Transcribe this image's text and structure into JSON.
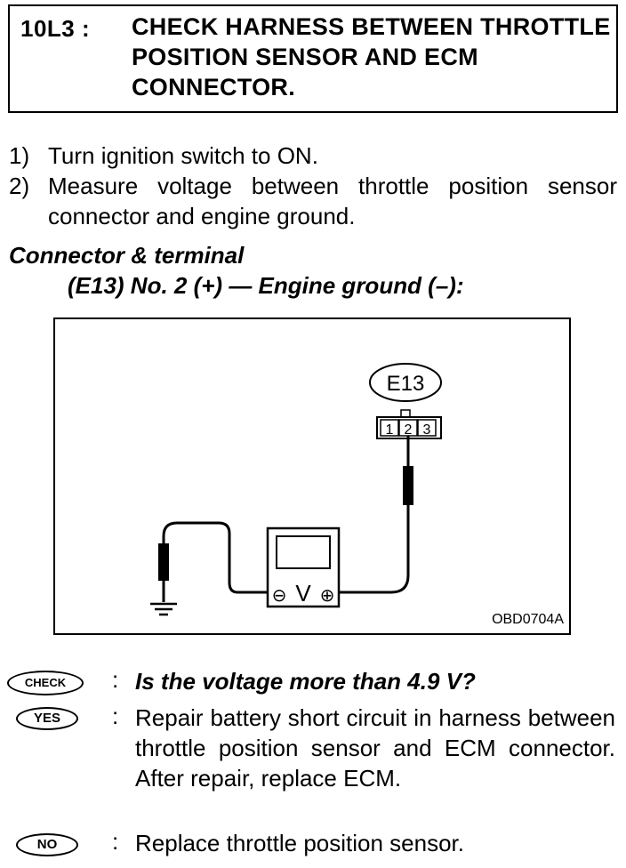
{
  "header": {
    "step_code": "10L3 :",
    "title": "CHECK HARNESS BETWEEN THROTTLE POSITION SENSOR AND ECM CONNECTOR."
  },
  "steps": [
    {
      "num": "1)",
      "text": "Turn ignition switch to ON."
    },
    {
      "num": "2)",
      "text": "Measure voltage between throttle position sensor connector and engine ground."
    }
  ],
  "connector": {
    "heading": "Connector & terminal",
    "spec": "(E13) No. 2 (+) — Engine ground (–):"
  },
  "diagram": {
    "connector_label": "E13",
    "pins": [
      "1",
      "2",
      "3"
    ],
    "meter_symbol": "V",
    "minus_symbol": "⊖",
    "plus_symbol": "⊕",
    "figure_id": "OBD0704A"
  },
  "check": {
    "badge": "CHECK",
    "question": "Is the voltage more than 4.9 V?"
  },
  "yes": {
    "badge": "YES",
    "text": "Repair battery short circuit in harness between throttle position sensor and ECM connector. After repair, replace ECM."
  },
  "no": {
    "badge": "NO",
    "text": "Replace throttle position sensor."
  }
}
